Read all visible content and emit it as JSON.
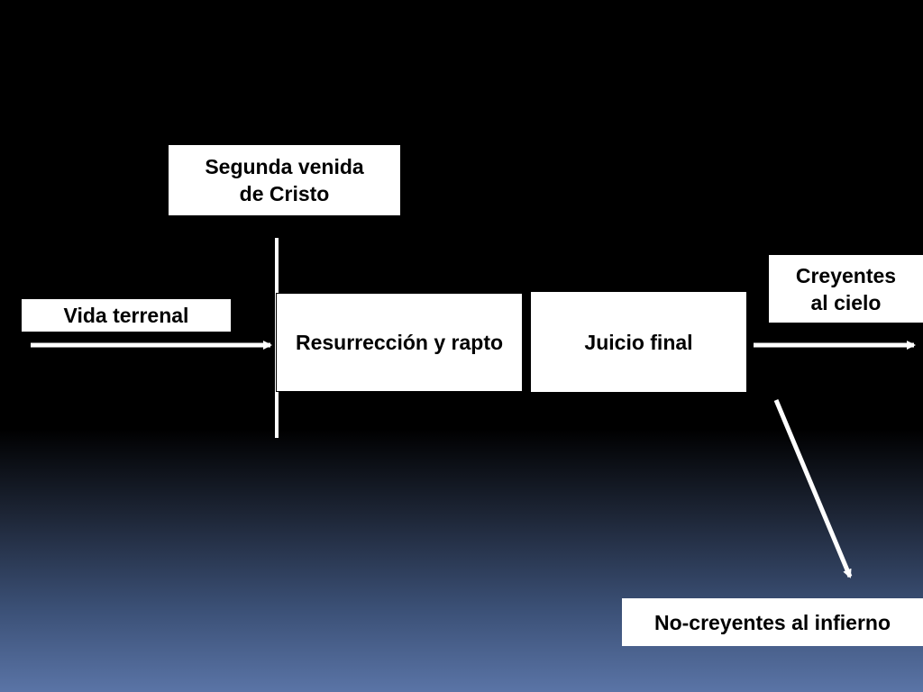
{
  "diagram": {
    "nodes": {
      "segunda_venida": "Segunda venida\nde Cristo",
      "vida_terrenal": "Vida terrenal",
      "resurreccion": "Resurrección y rapto",
      "juicio_final": "Juicio final",
      "creyentes": "Creyentes\nal cielo",
      "no_creyentes": "No-creyentes al infierno"
    },
    "colors": {
      "background_top": "#000000",
      "background_bottom": "#5a74a6",
      "box_fill": "#ffffff",
      "arrow": "#ffffff",
      "text": "#000000"
    }
  }
}
